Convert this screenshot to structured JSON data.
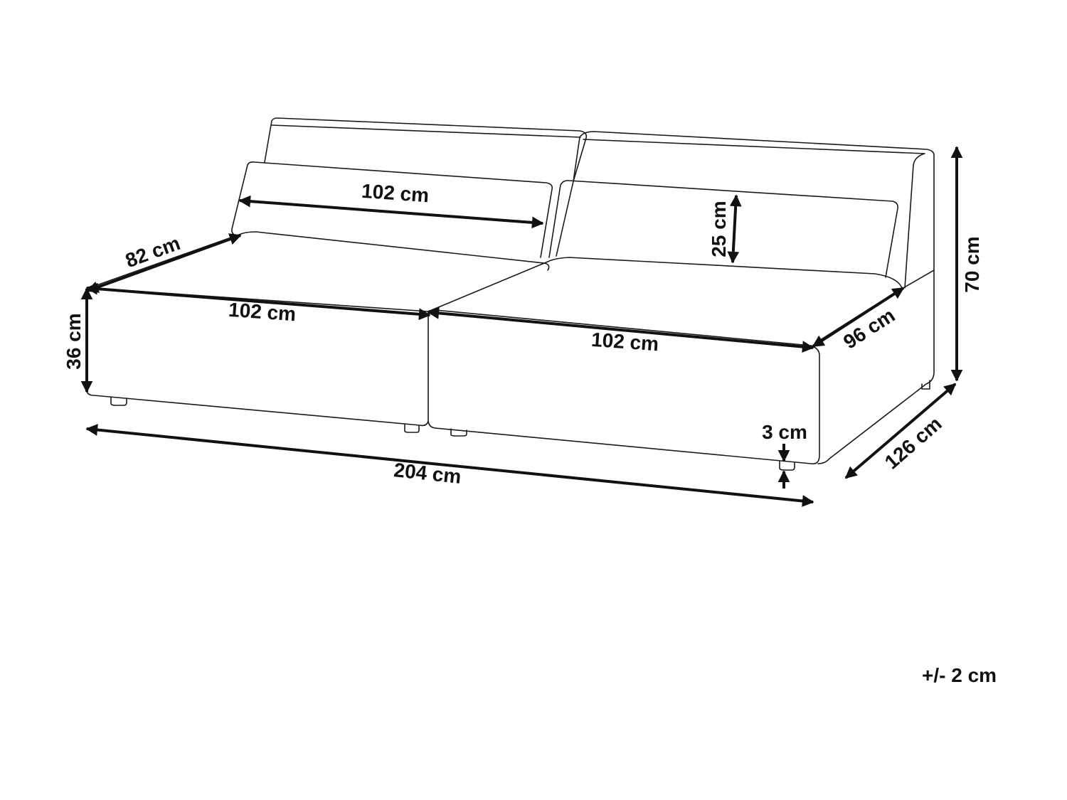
{
  "dimensions": {
    "backrest_cushion_width": "102 cm",
    "left_seat_depth": "82 cm",
    "left_seat_width": "102 cm",
    "seat_height": "36 cm",
    "right_seat_width": "102 cm",
    "backrest_cushion_height": "25 cm",
    "total_height": "70 cm",
    "right_seat_depth": "96 cm",
    "total_depth": "126 cm",
    "total_width": "204 cm",
    "leg_height": "3 cm"
  },
  "tolerance": "+/- 2 cm",
  "colors": {
    "line": "#1a1a1a",
    "background": "#ffffff"
  }
}
